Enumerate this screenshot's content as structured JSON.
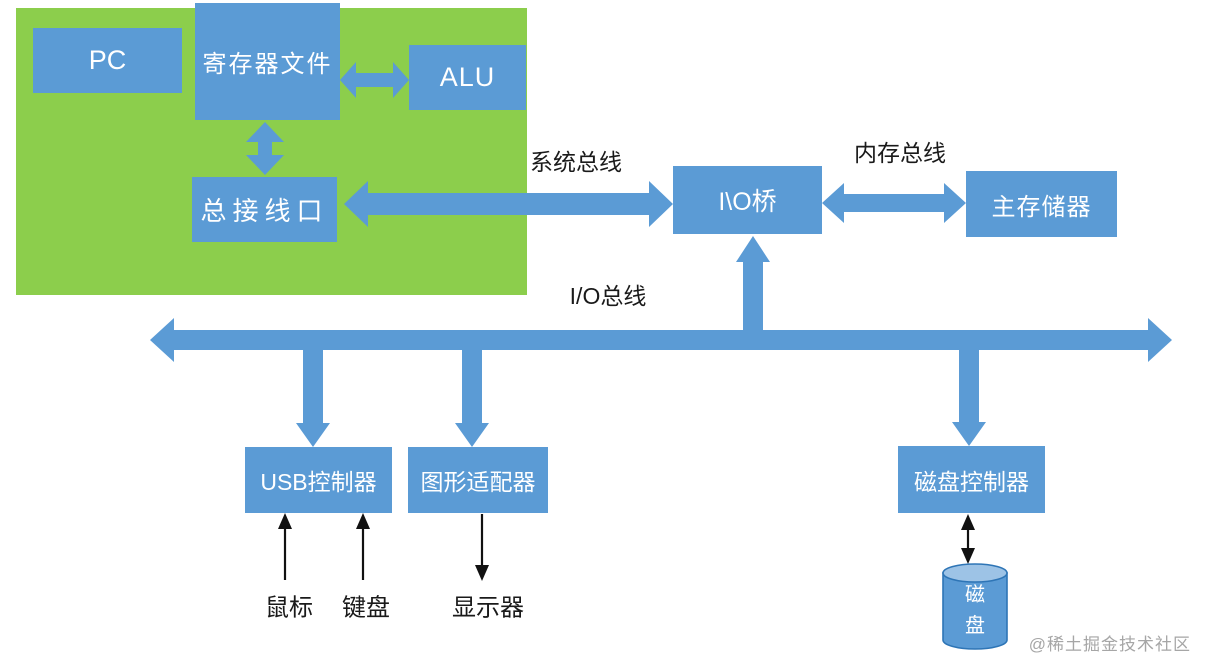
{
  "cpu": {
    "pc": "PC",
    "register_file": "寄存器文件",
    "alu": "ALU",
    "bus_interface": "总接线口"
  },
  "bridge": {
    "label": "I\\O桥"
  },
  "memory": {
    "label": "主存储器"
  },
  "buses": {
    "system_bus": "系统总线",
    "memory_bus": "内存总线",
    "io_bus": "I/O总线"
  },
  "peripherals": {
    "usb_controller": "USB控制器",
    "graphics_adapter": "图形适配器",
    "disk_controller": "磁盘控制器",
    "mouse": "鼠标",
    "keyboard": "键盘",
    "display": "显示器",
    "disk": "磁\n盘"
  },
  "watermark": "@稀土掘金技术社区",
  "colors": {
    "box_blue": "#5B9BD5",
    "cpu_green": "#8CCE4C",
    "cylinder_top": "#9DC3E6",
    "cylinder_border": "#2E75B6",
    "label_black": "#1A1A1A",
    "watermark_gray": "#A6A6A6"
  }
}
